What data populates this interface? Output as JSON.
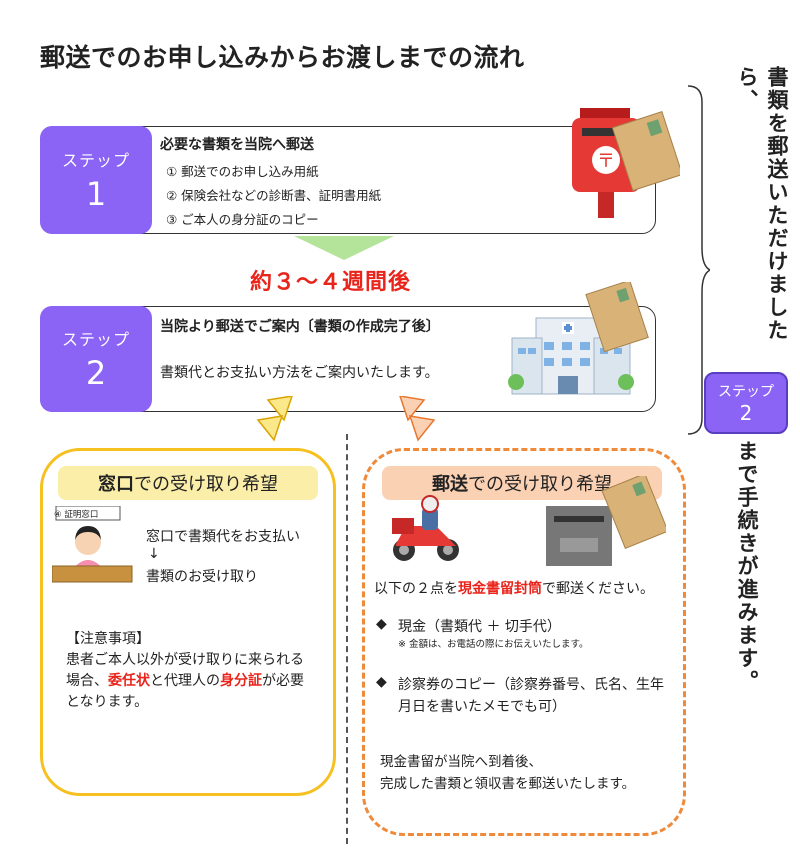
{
  "title": "郵送でのお申し込みからお渡しまでの流れ",
  "step1": {
    "label": "ステップ",
    "number": "1",
    "heading": "必要な書類を当院へ郵送",
    "items": [
      "① 郵送でのお申し込み用紙",
      "② 保険会社などの診断書、証明書用紙",
      "③ ご本人の身分証のコピー"
    ]
  },
  "wait_text": "約３～４週間後",
  "step2": {
    "label": "ステップ",
    "number": "2",
    "heading": "当院より郵送でご案内〔書類の作成完了後〕",
    "text": "書類代とお支払い方法をご案内いたします。"
  },
  "counter": {
    "header_bold": "窓口",
    "header_rest": "での受け取り希望",
    "window_sign": "④ 証明窓口",
    "line1": "窓口で書類代をお支払い",
    "arrow": "↓",
    "line2": "書類のお受け取り",
    "notice_title": "【注意事項】",
    "notice_part1": "患者ご本人以外が受け取りに来られる場合、",
    "notice_red1": "委任状",
    "notice_part2": "と代理人の",
    "notice_red2": "身分証",
    "notice_part3": "が必要となります。"
  },
  "mail": {
    "header_bold": "郵送",
    "header_rest": "での受け取り希望",
    "intro_part1": "以下の２点を",
    "intro_red": "現金書留封筒",
    "intro_part2": "で郵送ください。",
    "bullet": "◆",
    "item1": "現金（書類代 ＋ 切手代）",
    "item1_note": "※ 金額は、お電話の際にお伝えいたします。",
    "item2": "診察券のコピー（診察券番号、氏名、生年月日を書いたメモでも可）",
    "footer1": "現金書留が当院へ到着後、",
    "footer2": "完成した書類と領収書を郵送いたします。"
  },
  "side": {
    "text_top": "書類を郵送いただけましたら、",
    "badge_label": "ステップ",
    "badge_number": "2",
    "text_bottom": "まで手続きが進みます。"
  },
  "colors": {
    "step_purple": "#8b63f5",
    "red_text": "#e8241b",
    "panel_yellow": "#f5c020",
    "panel_orange": "#ee8a3a",
    "arrow_green": "#b4e39a"
  }
}
